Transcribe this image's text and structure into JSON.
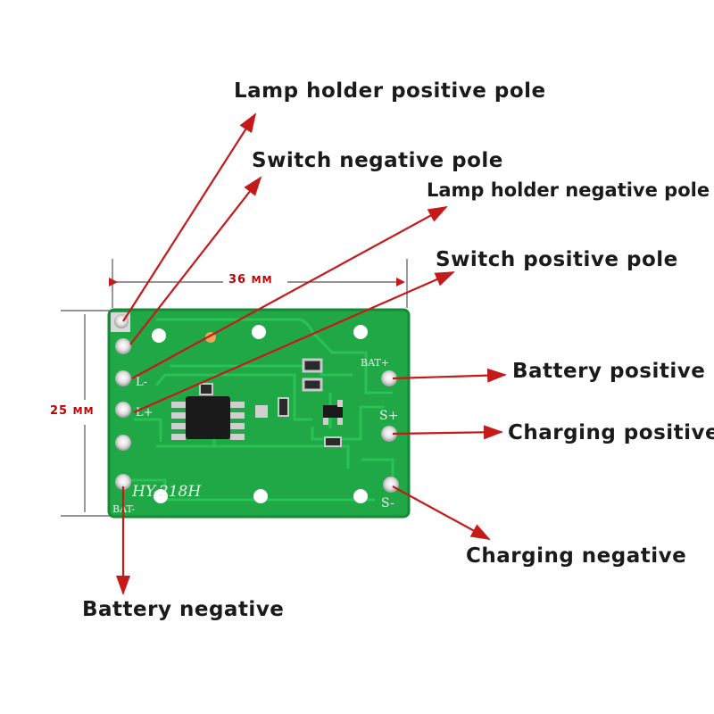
{
  "labels": {
    "lamp_holder_positive": "Lamp holder positive pole",
    "switch_negative": "Switch negative pole",
    "lamp_holder_negative": "Lamp holder negative pole",
    "switch_positive": "Switch positive pole",
    "battery_positive": "Battery positive",
    "charging_positive": "Charging positive",
    "charging_negative": "Charging negative",
    "battery_negative": "Battery negative"
  },
  "dimensions": {
    "width": "36",
    "width_unit": "MM",
    "height": "25",
    "height_unit": "MM"
  },
  "board": {
    "model": "HY-218H",
    "pad_bat_plus": "BAT+",
    "pad_s_plus": "S+",
    "pad_s_minus": "S-",
    "pad_bat_minus": "BAT-",
    "pad_l_plus": "L+",
    "pad_l_minus": "L-"
  },
  "colors": {
    "board": "#1fa845",
    "arrow": "#c41a1a"
  }
}
